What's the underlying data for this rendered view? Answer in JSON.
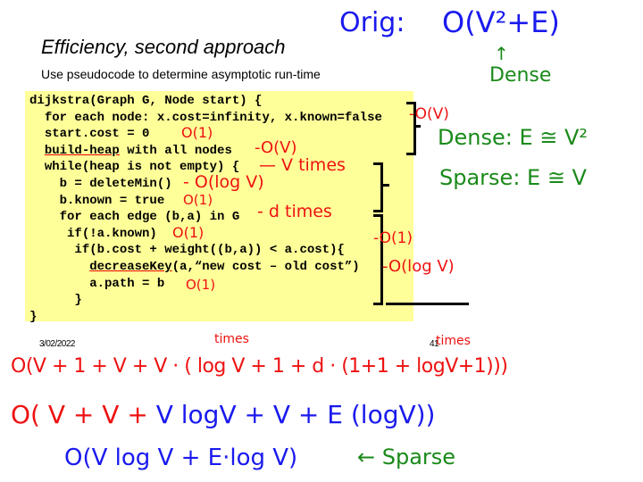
{
  "slide": {
    "title": "Efficiency, second approach",
    "subtitle": "Use pseudocode to determine asymptotic run-time",
    "date": "3/02/2022",
    "page_number": "41"
  },
  "code": [
    {
      "indent": 0,
      "text": "dijkstra(Graph G, Node start) {"
    },
    {
      "indent": 2,
      "text": "for each node: x.cost=infinity, x.known=false"
    },
    {
      "indent": 2,
      "text": "start.cost = 0"
    },
    {
      "indent": 2,
      "underlined": "build-heap",
      "text": " with all nodes"
    },
    {
      "indent": 2,
      "text": "while(heap is not empty) {"
    },
    {
      "indent": 4,
      "text": "b = deleteMin()"
    },
    {
      "indent": 4,
      "text": "b.known = true"
    },
    {
      "indent": 4,
      "text": "for each edge (b,a) in G"
    },
    {
      "indent": 5,
      "text": "if(!a.known)"
    },
    {
      "indent": 6,
      "text": "if(b.cost + weight((b,a)) < a.cost){"
    },
    {
      "indent": 8,
      "underlined": "decreaseKey",
      "text": "(a,“new cost – old cost”)"
    },
    {
      "indent": 8,
      "text": "a.path = b"
    },
    {
      "indent": 6,
      "text": "}"
    },
    {
      "indent": 0,
      "text": "}"
    }
  ],
  "annotations": {
    "orig": "Orig:",
    "orig_bound": "O(V²+E)",
    "dense_arrow": "↑",
    "dense_label": "Dense",
    "dense_rel": "Dense: E ≅ V²",
    "sparse_rel": "Sparse: E ≅ V",
    "init": "-O(V)",
    "start_cost": "O(1)",
    "build_heap": "-O(V)",
    "while_times": "— V times",
    "delete_min": "- O(log V)",
    "known": "O(1)",
    "edge_times": "- d times",
    "if_known": "O(1)",
    "if_cost": "-O(1)",
    "decrease_key": "-O(log V)",
    "path": "O(1)",
    "times1": "times",
    "times2": "times",
    "eq1": "O(V + 1 + V + V · ( log V + 1 + d · (1+1 + logV+1)))",
    "eq2_red": "O( V + V + ",
    "eq2_blue": "V logV + V + E (logV))",
    "eq3": "O(V log V + E·log V)",
    "eq3_arrow": "← Sparse"
  }
}
